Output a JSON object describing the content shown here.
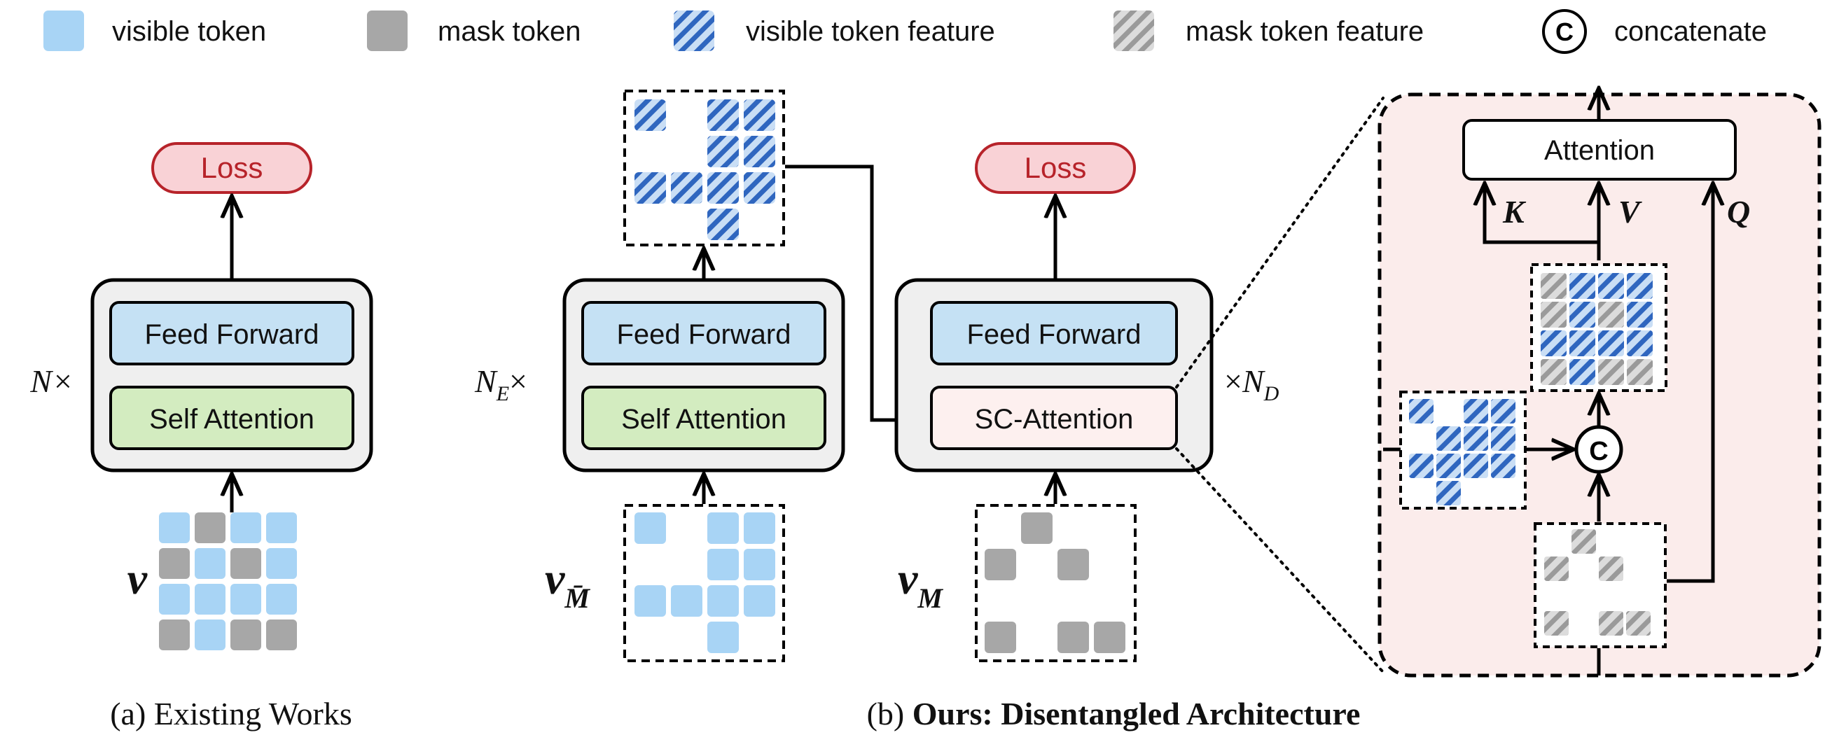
{
  "colors": {
    "visible": "#a8d4f5",
    "mask": "#a7a7a7",
    "hatch_blue": "#2f66bf",
    "hatch_gray": "#8d8d8d",
    "loss_fill": "#f9d2d6",
    "loss_text": "#b7232a",
    "ffn_fill": "#c5e1f4",
    "attn_fill": "#d3ecc0",
    "block_fill": "#efefef",
    "sc_fill": "#fdf0ef",
    "zoom_fill": "#fbeceb"
  },
  "legend": {
    "visible_token": "visible token",
    "mask_token": "mask token",
    "visible_token_feature": "visible token feature",
    "mask_token_feature": "mask token feature",
    "concat_symbol": "C",
    "concatenate": "concatenate"
  },
  "panel_a": {
    "loss": "Loss",
    "feed_forward": "Feed Forward",
    "self_attention": "Self Attention",
    "repeat": "N×",
    "input_label": "v",
    "caption": "(a) Existing Works",
    "grid": [
      "vmvv",
      "mvmv",
      "vvvv",
      "mvmm"
    ]
  },
  "panel_b": {
    "caption_prefix": "(b) ",
    "caption_bold": "Ours: Disentangled Architecture",
    "encoder": {
      "feed_forward": "Feed Forward",
      "self_attention": "Self Attention",
      "repeat_main": "N",
      "repeat_sub": "E",
      "repeat_times": "×",
      "input_label": "v",
      "input_sub": "M̄",
      "input_grid": [
        "v.vv",
        "..vv",
        "vvvv",
        "..v."
      ],
      "output_grid": [
        "V.VV",
        "..VV",
        "VVVV",
        "..V."
      ]
    },
    "decoder": {
      "loss": "Loss",
      "feed_forward": "Feed Forward",
      "sc_attention": "SC-Attention",
      "repeat_times": "×",
      "repeat_main": "N",
      "repeat_sub": "D",
      "input_label": "v",
      "input_sub": "M",
      "input_grid": [
        ".m..",
        "m.m.",
        "....",
        "m.mm"
      ]
    },
    "zoom": {
      "attention": "Attention",
      "k": "K",
      "v": "V",
      "q": "Q",
      "concat_symbol": "C",
      "visible_grid": [
        "V.VV",
        ".VVV",
        "VVVV",
        ".V.."
      ],
      "concat_grid": [
        "GVVV",
        "GVGV",
        "VVVV",
        "GVGG"
      ],
      "mask_grid": [
        ".G..",
        "G.G.",
        "....",
        "G.GG"
      ]
    }
  }
}
